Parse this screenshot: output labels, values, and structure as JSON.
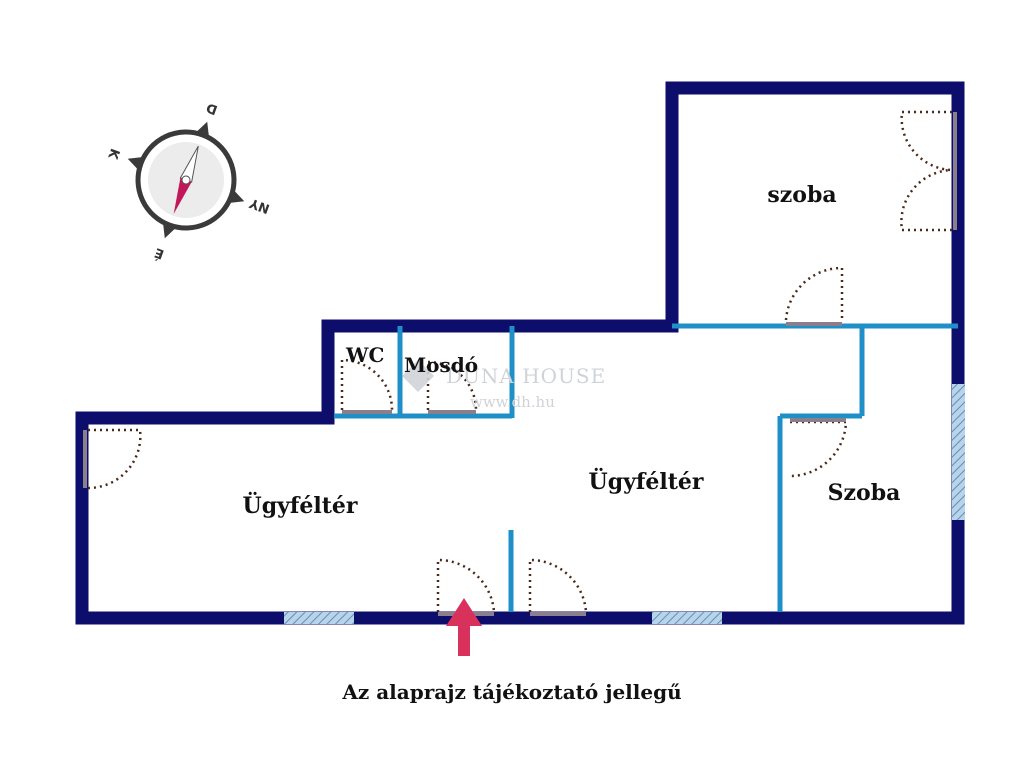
{
  "floorplan": {
    "rooms": [
      {
        "id": "szoba-top",
        "label": "szoba"
      },
      {
        "id": "wc",
        "label": "WC"
      },
      {
        "id": "mosdo",
        "label": "Mosdó"
      },
      {
        "id": "ugyfelter-left",
        "label": "Ügyféltér"
      },
      {
        "id": "ugyfelter-center",
        "label": "Ügyféltér"
      },
      {
        "id": "szoba-right",
        "label": "Szoba"
      }
    ],
    "caption": "Az alaprajz tájékoztató jellegű",
    "watermark": {
      "brand": "DUNA HOUSE",
      "url": "www.dh.hu"
    },
    "compass": {
      "north": "É",
      "south": "D",
      "east": "K",
      "west": "NY"
    },
    "colors": {
      "outer_wall": "#0d0d6b",
      "inner_wall": "#1f8fc8",
      "window": "#8fb7d8",
      "door_swing": "#4a2a1a",
      "entrance_arrow": "#d8315b",
      "compass_needle": "#c2185b"
    }
  }
}
